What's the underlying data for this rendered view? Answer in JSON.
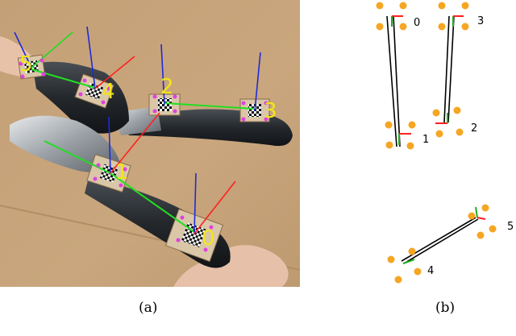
{
  "panels": [
    {
      "caption": "(a)",
      "content": "photo"
    },
    {
      "caption": "(b)",
      "content": "schematic"
    }
  ],
  "photo_markers": [
    {
      "label": "5"
    },
    {
      "label": "4"
    },
    {
      "label": "2"
    },
    {
      "label": "3"
    },
    {
      "label": "1"
    },
    {
      "label": "0"
    }
  ],
  "schematic_markers": [
    {
      "label": "0"
    },
    {
      "label": "3"
    },
    {
      "label": "1"
    },
    {
      "label": "2"
    },
    {
      "label": "5"
    },
    {
      "label": "4"
    }
  ],
  "colors": {
    "marker_label_photo": "#f2e619",
    "dot": "#f5a623",
    "axis_x": "#ff2020",
    "axis_y": "#20d020",
    "axis_z": "#1f2bd6",
    "corner": "#e040e0",
    "link": "#000000",
    "background": "#ffffff",
    "cardboard": "#c9a47a"
  }
}
